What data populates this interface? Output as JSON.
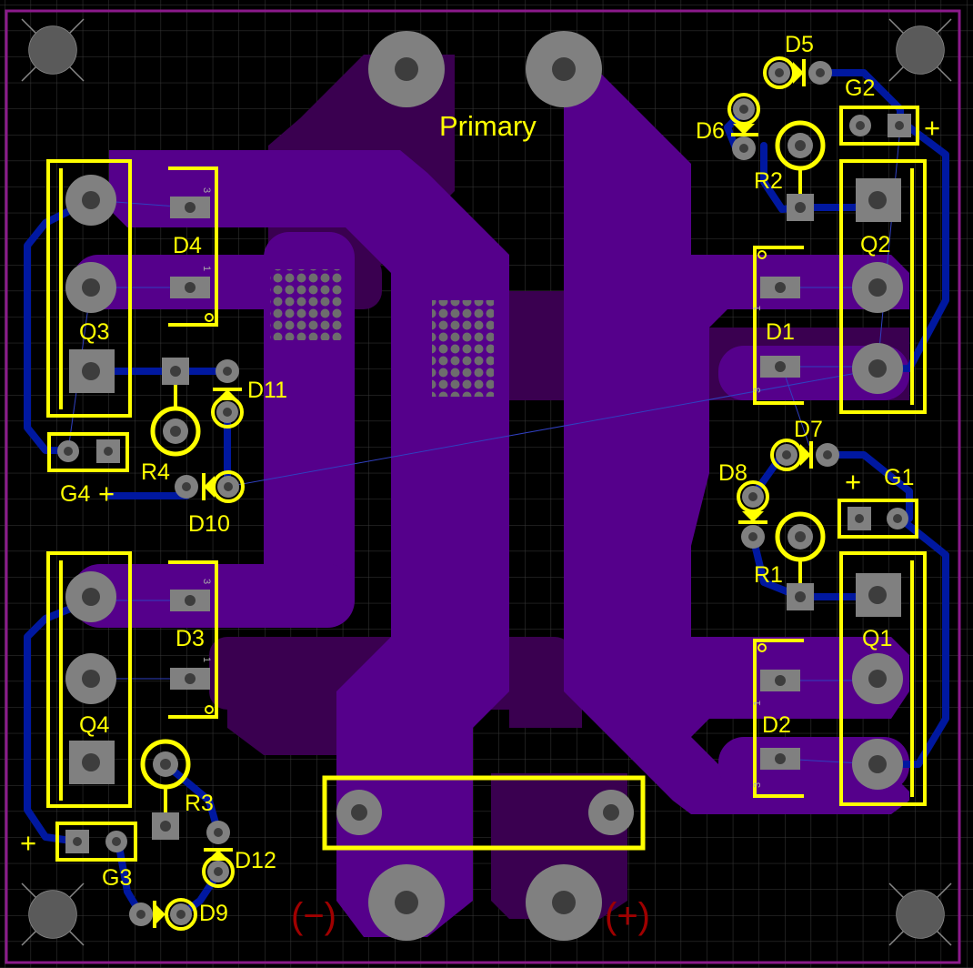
{
  "board": {
    "colors": {
      "background": "#000000",
      "grid": "#3a3a3a",
      "outline": "#8b1a8b",
      "top_copper": "#55008b",
      "bottom_copper": "#3a0050",
      "trace": "#0018a0",
      "pad": "#808080",
      "silkscreen": "#ffff00",
      "polarity_mark": "#a00000"
    },
    "net_label": "Primary",
    "polarity": {
      "negative": "(−)",
      "positive": "(+)"
    },
    "plus_sign": "+",
    "pin_numbers": {
      "one": "1",
      "three": "3"
    },
    "labels": {
      "d1": "D1",
      "d2": "D2",
      "d3": "D3",
      "d4": "D4",
      "d5": "D5",
      "d6": "D6",
      "d7": "D7",
      "d8": "D8",
      "d9": "D9",
      "d10": "D10",
      "d11": "D11",
      "d12": "D12",
      "q1": "Q1",
      "q2": "Q2",
      "q3": "Q3",
      "q4": "Q4",
      "r1": "R1",
      "r2": "R2",
      "r3": "R3",
      "r4": "R4",
      "g1": "G1",
      "g2": "G2",
      "g3": "G3",
      "g4": "G4"
    }
  }
}
